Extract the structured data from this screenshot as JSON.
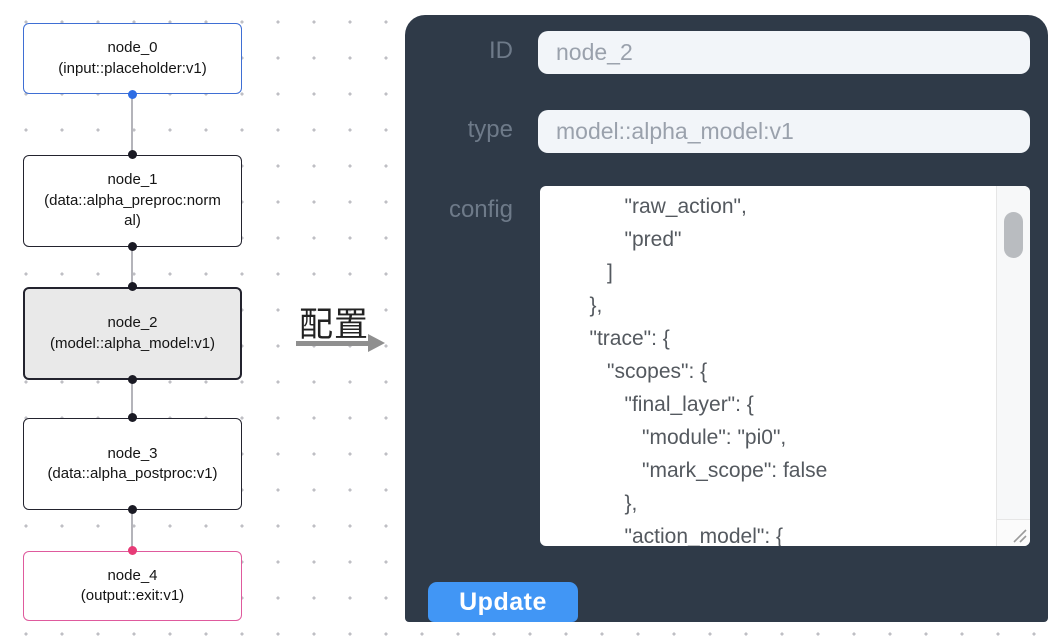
{
  "flow": {
    "nodes": [
      {
        "id": "node_0",
        "title": "node_0",
        "subtitle": "(input::placeholder:v1)",
        "kind": "input",
        "border_color": "#3f6fd4",
        "handle_color": "#2e6de4"
      },
      {
        "id": "node_1",
        "title": "node_1",
        "subtitle": "(data::alpha_preproc:normal)",
        "kind": "default",
        "border_color": "#23232e",
        "handle_color": "#1a1a24"
      },
      {
        "id": "node_2",
        "title": "node_2",
        "subtitle": "(model::alpha_model:v1)",
        "kind": "selected",
        "border_color": "#23232e",
        "bg_color": "#e9e9e9",
        "handle_color": "#1a1a24"
      },
      {
        "id": "node_3",
        "title": "node_3",
        "subtitle": "(data::alpha_postproc:v1)",
        "kind": "default",
        "border_color": "#23232e",
        "handle_color": "#1a1a24"
      },
      {
        "id": "node_4",
        "title": "node_4",
        "subtitle": "(output::exit:v1)",
        "kind": "output",
        "border_color": "#df5a9d",
        "handle_color": "#e73b77"
      }
    ]
  },
  "annotation": {
    "label": "配置",
    "arrow_color": "#8f8f8f"
  },
  "panel": {
    "bg_color": "#2f3a48",
    "accent_color": "#4196f5",
    "id_label": "ID",
    "id_value": "node_2",
    "type_label": "type",
    "type_value": "model::alpha_model:v1",
    "config_label": "config",
    "config_value": "         \"raw_action\",\n         \"pred\"\n      ]\n   },\n   \"trace\": {\n      \"scopes\": {\n         \"final_layer\": {\n            \"module\": \"pi0\",\n            \"mark_scope\": false\n         },\n         \"action_model\": {",
    "update_label": "Update"
  }
}
